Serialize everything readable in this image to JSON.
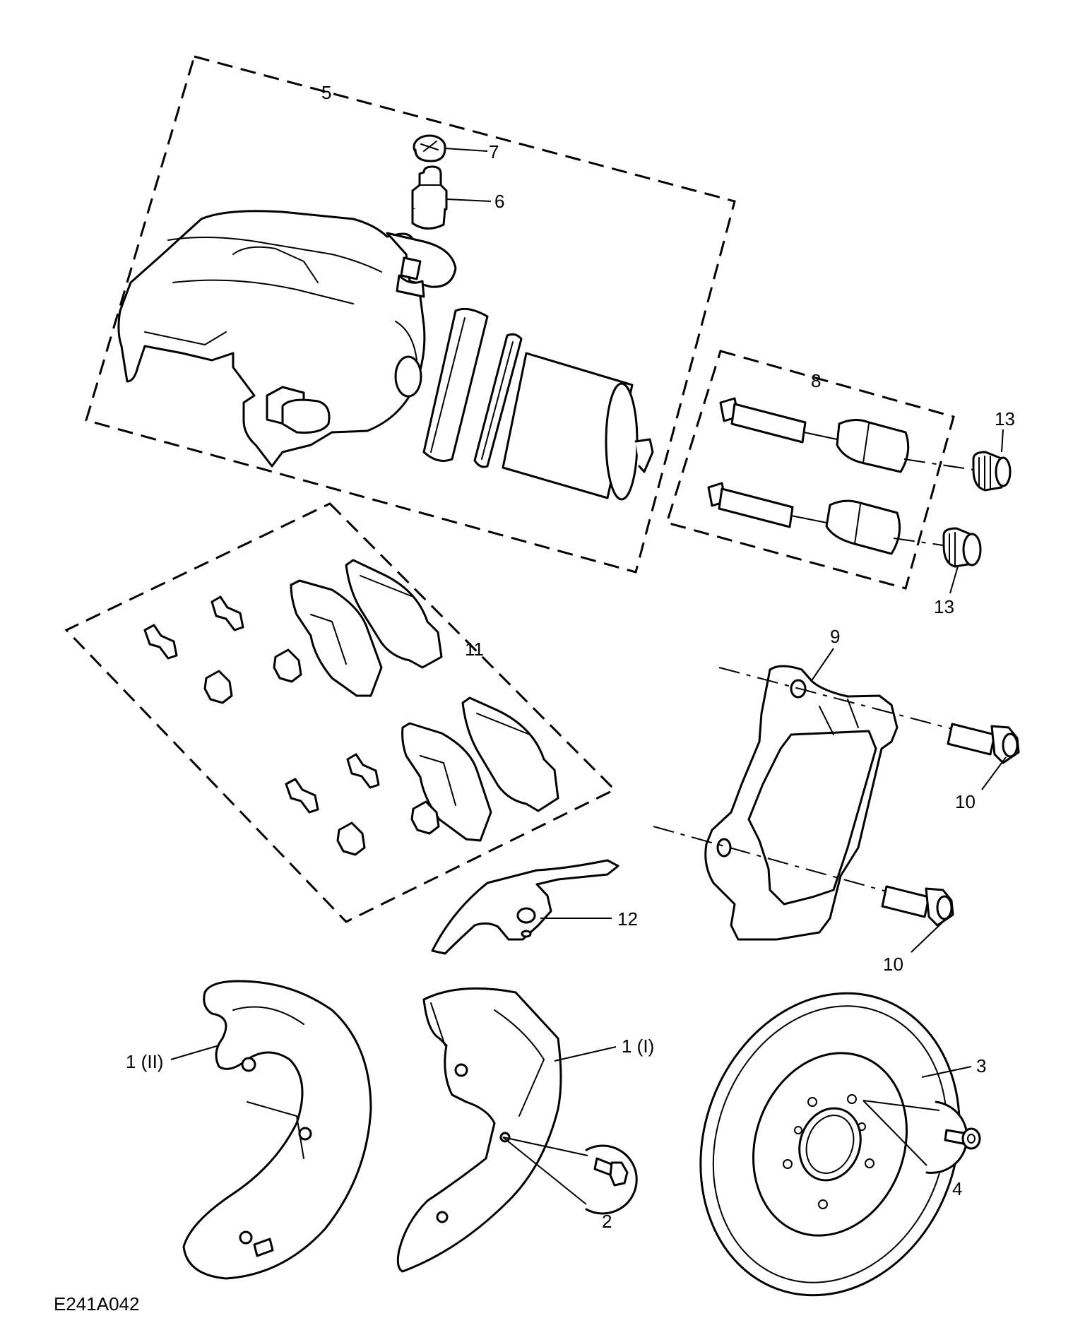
{
  "diagram": {
    "reference": "E241A042",
    "callouts": [
      {
        "id": "c5",
        "text": "5"
      },
      {
        "id": "c7",
        "text": "7"
      },
      {
        "id": "c6",
        "text": "6"
      },
      {
        "id": "c8",
        "text": "8"
      },
      {
        "id": "c13a",
        "text": "13"
      },
      {
        "id": "c13b",
        "text": "13"
      },
      {
        "id": "c11",
        "text": "11"
      },
      {
        "id": "c9",
        "text": "9"
      },
      {
        "id": "c10a",
        "text": "10"
      },
      {
        "id": "c10b",
        "text": "10"
      },
      {
        "id": "c12",
        "text": "12"
      },
      {
        "id": "c1ii",
        "text": "1 (II)"
      },
      {
        "id": "c1i",
        "text": "1 (I)"
      },
      {
        "id": "c3",
        "text": "3"
      },
      {
        "id": "c2",
        "text": "2"
      },
      {
        "id": "c4",
        "text": "4"
      }
    ]
  }
}
